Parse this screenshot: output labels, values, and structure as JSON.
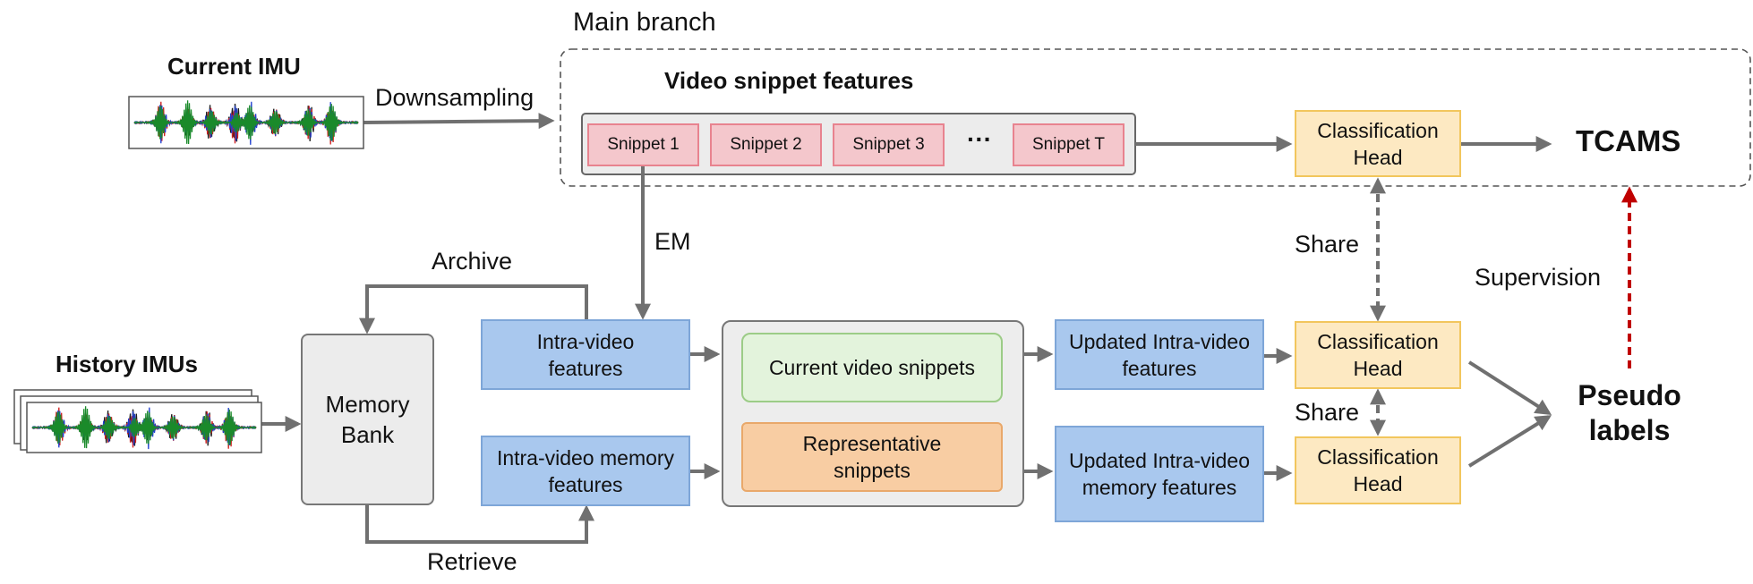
{
  "diagram": {
    "main_branch_label": "Main branch",
    "current_imu_title": "Current IMU",
    "history_imus_title": "History IMUs",
    "downsampling_label": "Downsampling",
    "video_snippet_features_title": "Video snippet features",
    "snippets": [
      "Snippet 1",
      "Snippet 2",
      "Snippet 3",
      "Snippet T"
    ],
    "ellipsis": "···",
    "classification_head_label": "Classification Head",
    "tcams_label": "TCAMS",
    "em_label": "EM",
    "share_label": "Share",
    "supervision_label": "Supervision",
    "archive_label": "Archive",
    "retrieve_label": "Retrieve",
    "memory_bank_label": "Memory Bank",
    "intra_video_features": "Intra-video features",
    "intra_video_memory_features": "Intra-video memory features",
    "current_video_snippets": "Current video snippets",
    "representative_snippets": "Representative snippets",
    "updated_intra_video_features": "Updated Intra-video features",
    "updated_intra_video_memory_features": "Updated Intra-video memory features",
    "pseudo_labels": "Pseudo labels"
  },
  "colors": {
    "snippet_fill": "#f4c7cc",
    "feature_fill": "#a9c8ee",
    "head_fill": "#fde9c2",
    "current_snippets_fill": "#e3f3dc",
    "representative_fill": "#f8cda3",
    "memory_bank_fill": "#ececec",
    "arrow": "#707070",
    "supervision_arrow": "#c00000"
  }
}
